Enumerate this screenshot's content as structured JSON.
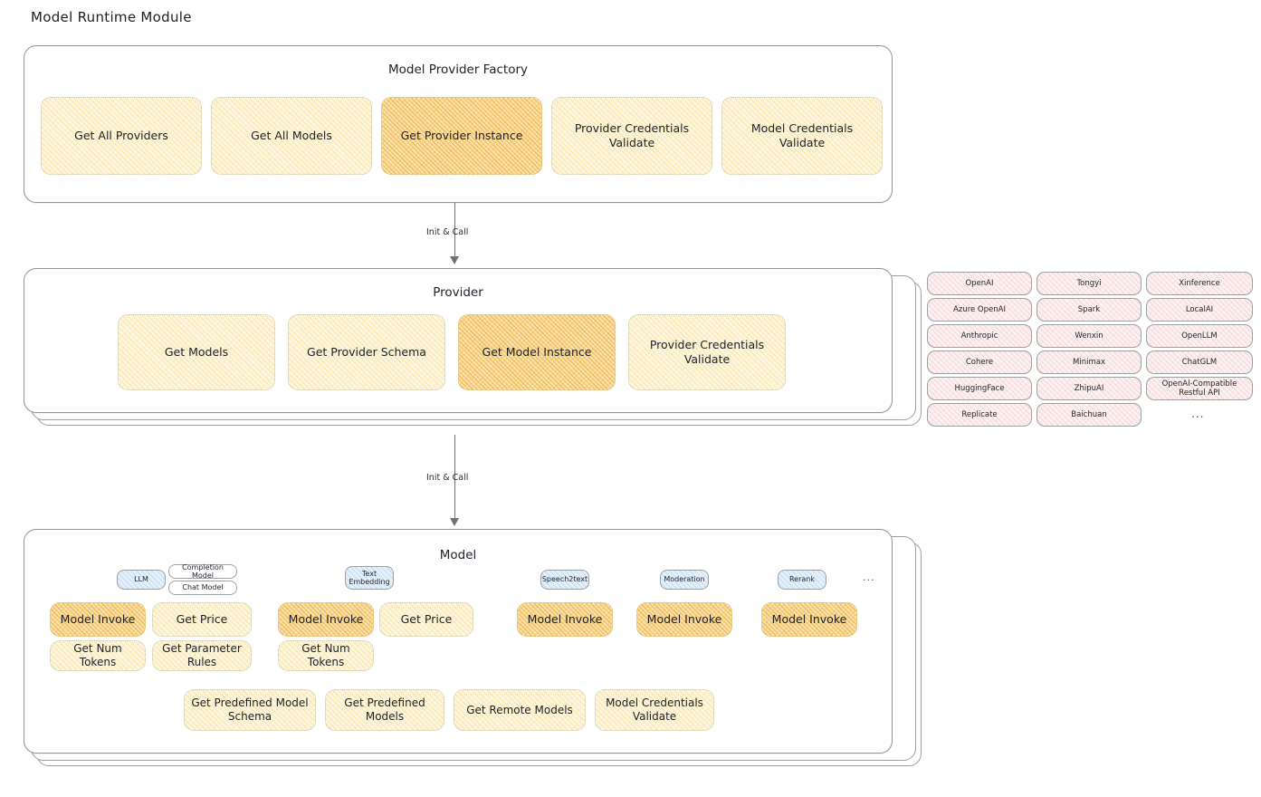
{
  "page": {
    "title": "Model Runtime Module"
  },
  "colors": {
    "highlight": "#f2c063",
    "node_fill": "#fdf7e2",
    "provider_fill": "#fdf2f2",
    "tag_fill": "#e6f0fa",
    "stroke": "#8f9296"
  },
  "factory": {
    "title": "Model Provider Factory",
    "nodes": [
      {
        "label": "Get All Providers",
        "highlighted": false
      },
      {
        "label": "Get All Models",
        "highlighted": false
      },
      {
        "label": "Get Provider Instance",
        "highlighted": true
      },
      {
        "label": "Provider Credentials Validate",
        "highlighted": false
      },
      {
        "label": "Model Credentials Validate",
        "highlighted": false
      }
    ]
  },
  "arrows": [
    {
      "label": "Init & Call"
    },
    {
      "label": "Init & Call"
    }
  ],
  "provider": {
    "title": "Provider",
    "nodes": [
      {
        "label": "Get Models",
        "highlighted": false
      },
      {
        "label": "Get Provider Schema",
        "highlighted": false
      },
      {
        "label": "Get Model Instance",
        "highlighted": true
      },
      {
        "label": "Provider Credentials Validate",
        "highlighted": false
      }
    ]
  },
  "provider_list": {
    "columns": [
      [
        "OpenAI",
        "Azure OpenAI",
        "Anthropic",
        "Cohere",
        "HuggingFace",
        "Replicate"
      ],
      [
        "Tongyi",
        "Spark",
        "Wenxin",
        "Minimax",
        "ZhipuAI",
        "Baichuan"
      ],
      [
        "Xinference",
        "LocalAI",
        "OpenLLM",
        "ChatGLM",
        "OpenAI-Compatible Restful API"
      ]
    ],
    "more": "..."
  },
  "model": {
    "title": "Model",
    "more": "...",
    "groups": [
      {
        "tag": "LLM",
        "subtags": [
          "Completion Model",
          "Chat Model"
        ],
        "nodes": [
          {
            "label": "Model Invoke",
            "highlighted": true
          },
          {
            "label": "Get Price",
            "highlighted": false
          },
          {
            "label": "Get Num Tokens",
            "highlighted": false
          },
          {
            "label": "Get Parameter Rules",
            "highlighted": false
          }
        ]
      },
      {
        "tag": "Text Embedding",
        "subtags": [],
        "nodes": [
          {
            "label": "Model Invoke",
            "highlighted": true
          },
          {
            "label": "Get Price",
            "highlighted": false
          },
          {
            "label": "Get Num Tokens",
            "highlighted": false
          }
        ]
      },
      {
        "tag": "Speech2text",
        "subtags": [],
        "nodes": [
          {
            "label": "Model Invoke",
            "highlighted": true
          }
        ]
      },
      {
        "tag": "Moderation",
        "subtags": [],
        "nodes": [
          {
            "label": "Model Invoke",
            "highlighted": true
          }
        ]
      },
      {
        "tag": "Rerank",
        "subtags": [],
        "nodes": [
          {
            "label": "Model Invoke",
            "highlighted": true
          }
        ]
      }
    ],
    "common_nodes": [
      {
        "label": "Get Predefined Model Schema"
      },
      {
        "label": "Get Predefined Models"
      },
      {
        "label": "Get Remote Models"
      },
      {
        "label": "Model Credentials Validate"
      }
    ]
  }
}
